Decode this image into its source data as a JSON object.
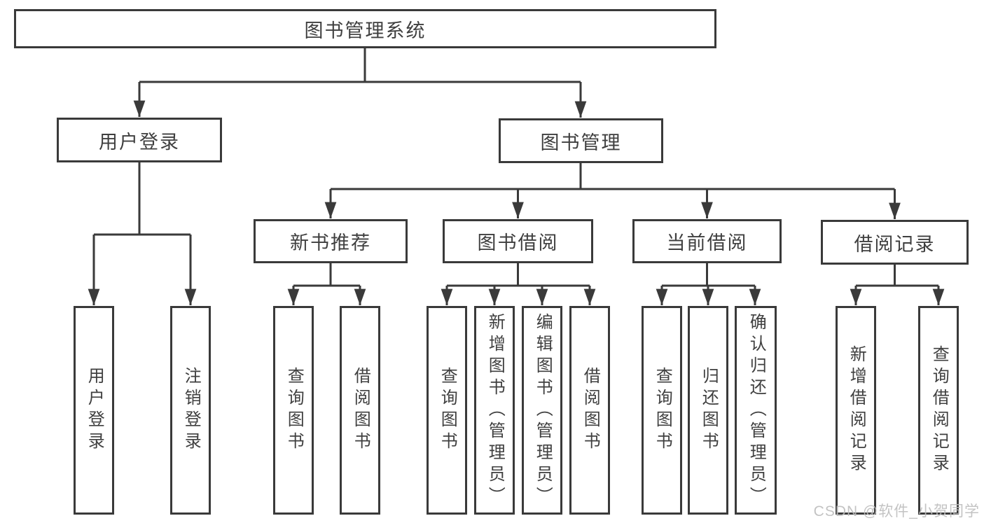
{
  "colors": {
    "background": "#ffffff",
    "line": "#3a3a3a",
    "border": "#3a3a3a",
    "text": "#3f3f3f",
    "watermark": "#bdbdbd"
  },
  "nodes": {
    "root": "图书管理系统",
    "l1": [
      "用户登录",
      "图书管理"
    ],
    "l2": [
      "新书推荐",
      "图书借阅",
      "当前借阅",
      "借阅记录"
    ],
    "leaves": {
      "user_login": [
        "用户登录",
        "注销登录"
      ],
      "new_books": [
        "查询图书",
        "借阅图书"
      ],
      "book_borrow": [
        "查询图书",
        "新增图书（管理员）",
        "编辑图书（管理员）",
        "借阅图书"
      ],
      "current_borrow": [
        "查询图书",
        "归还图书",
        "确认归还（管理员）"
      ],
      "borrow_records": [
        "新增借阅记录",
        "查询借阅记录"
      ]
    }
  },
  "watermark": "CSDN @软件_小贺同学"
}
